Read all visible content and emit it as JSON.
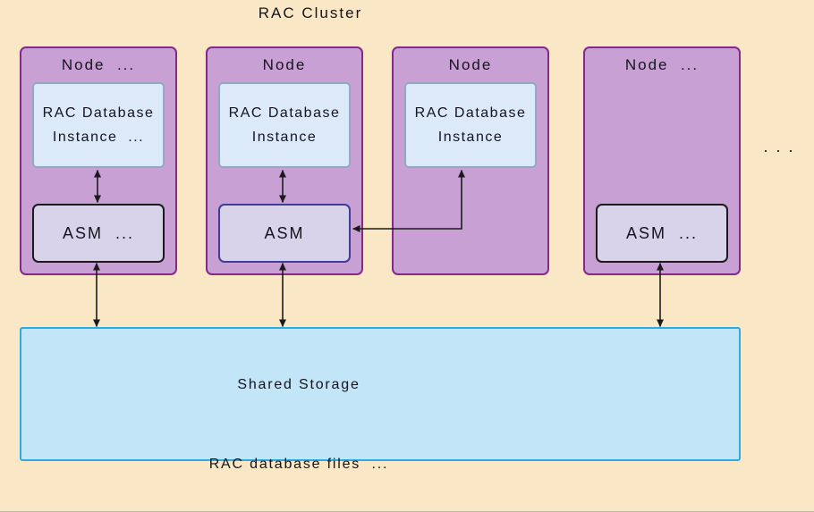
{
  "title": "RAC Cluster",
  "ellipsis": ". . .",
  "nodes": [
    {
      "label": "Node  ...",
      "instance": {
        "line1": "RAC Database",
        "line2": "Instance  ..."
      },
      "asm": {
        "label": "ASM  ..."
      }
    },
    {
      "label": "Node",
      "instance": {
        "line1": "RAC Database",
        "line2": "Instance"
      },
      "asm": {
        "label": "ASM"
      }
    },
    {
      "label": "Node",
      "instance": {
        "line1": "RAC Database",
        "line2": "Instance"
      }
    },
    {
      "label": "Node  ...",
      "asm": {
        "label": "ASM  ..."
      }
    }
  ],
  "storage": {
    "title": "Shared Storage",
    "subtitle": "RAC database files  ..."
  },
  "colors": {
    "background": "#FAE7C5",
    "node_fill": "#C9A0D4",
    "node_border": "#852A8A",
    "instance_fill": "#DCE9F8",
    "instance_border": "#93A9BF",
    "asm_fill": "#D8D2EB",
    "asm_border_default": "#1B1B1B",
    "asm_border_node2": "#3E3E96",
    "storage_fill": "#C2E6F8",
    "storage_border": "#2AACE3",
    "arrow": "#1B1B1B",
    "text": "#14141E"
  }
}
